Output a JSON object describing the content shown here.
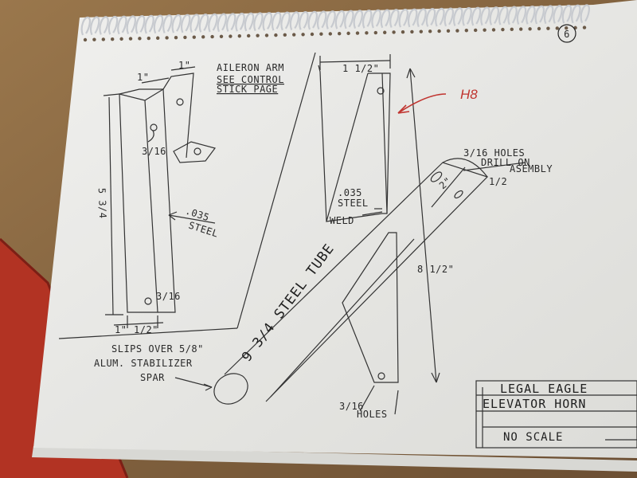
{
  "sheet": {
    "page_number": "6",
    "ink_note": "H8"
  },
  "arm": {
    "title_line1": "AILERON ARM",
    "title_line2": "SEE CONTROL",
    "title_line3": "STICK PAGE",
    "dim_width_top": "1\"",
    "dim_offset_top": "1\"",
    "dim_length": "5 3/4",
    "hole_upper": "3/16",
    "hole_lower": "3/16",
    "material_line1": ".035",
    "material_line2": "STEEL",
    "dim_bottom_left": "1\"",
    "dim_bottom_right": "1/2\""
  },
  "horn": {
    "dim_top_width": "1 1/2\"",
    "material_line1": ".035",
    "material_line2": "STEEL",
    "weld_label": "WELD",
    "holes_note_line1": "3/16 HOLES",
    "holes_note_line2": "DRILL ON",
    "holes_note_line3": "ASEMBLY",
    "dim_hole_spacing": "2\"",
    "dim_tube_width": "1/2",
    "dim_total_height": "8 1/2\"",
    "tube_label": "9 3/4 STEEL TUBE",
    "holes_bottom_fraction": "3/16",
    "holes_bottom_word": "HOLES",
    "spar_line1": "SLIPS OVER 5/8\"",
    "spar_line2": "ALUM. STABILIZER",
    "spar_line3": "SPAR"
  },
  "title_block": {
    "line1": "LEGAL EAGLE",
    "line2": "ELEVATOR HORN",
    "line3": "NO SCALE"
  },
  "colors": {
    "wood": "#8a6a45",
    "paper": "#ececea",
    "ink": "#2a2a2a",
    "red_ink": "#c0342f",
    "binder": "#cfd2d6"
  }
}
